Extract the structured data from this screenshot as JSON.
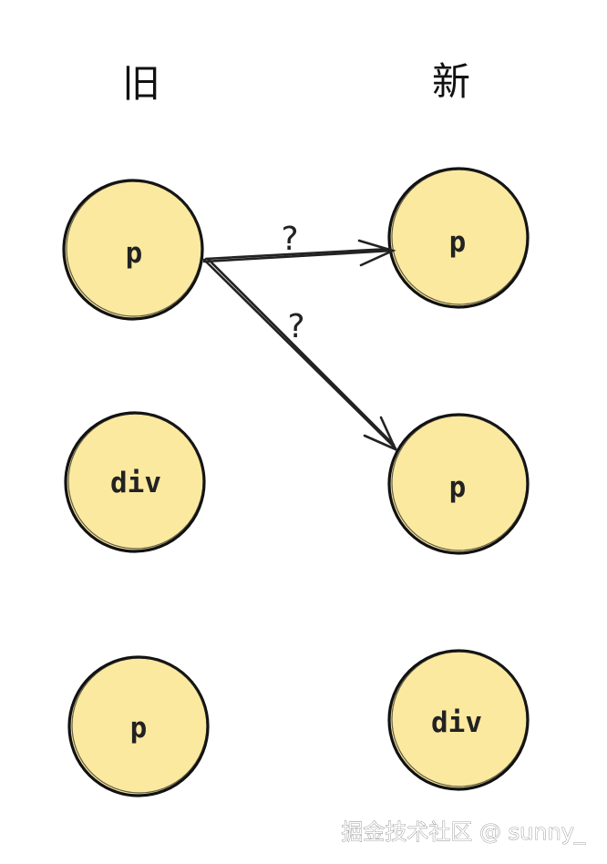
{
  "colors": {
    "node_fill": "#fbe9a0",
    "stroke": "#111111"
  },
  "columns": {
    "old_title": "旧",
    "new_title": "新"
  },
  "old_nodes": [
    {
      "label": "p"
    },
    {
      "label": "div"
    },
    {
      "label": "p"
    }
  ],
  "new_nodes": [
    {
      "label": "p"
    },
    {
      "label": "p"
    },
    {
      "label": "div"
    }
  ],
  "edges": [
    {
      "from": "old.0",
      "to": "new.0",
      "label": "?"
    },
    {
      "from": "old.0",
      "to": "new.1",
      "label": "?"
    }
  ],
  "watermark": "掘金技术社区 @ sunny_"
}
